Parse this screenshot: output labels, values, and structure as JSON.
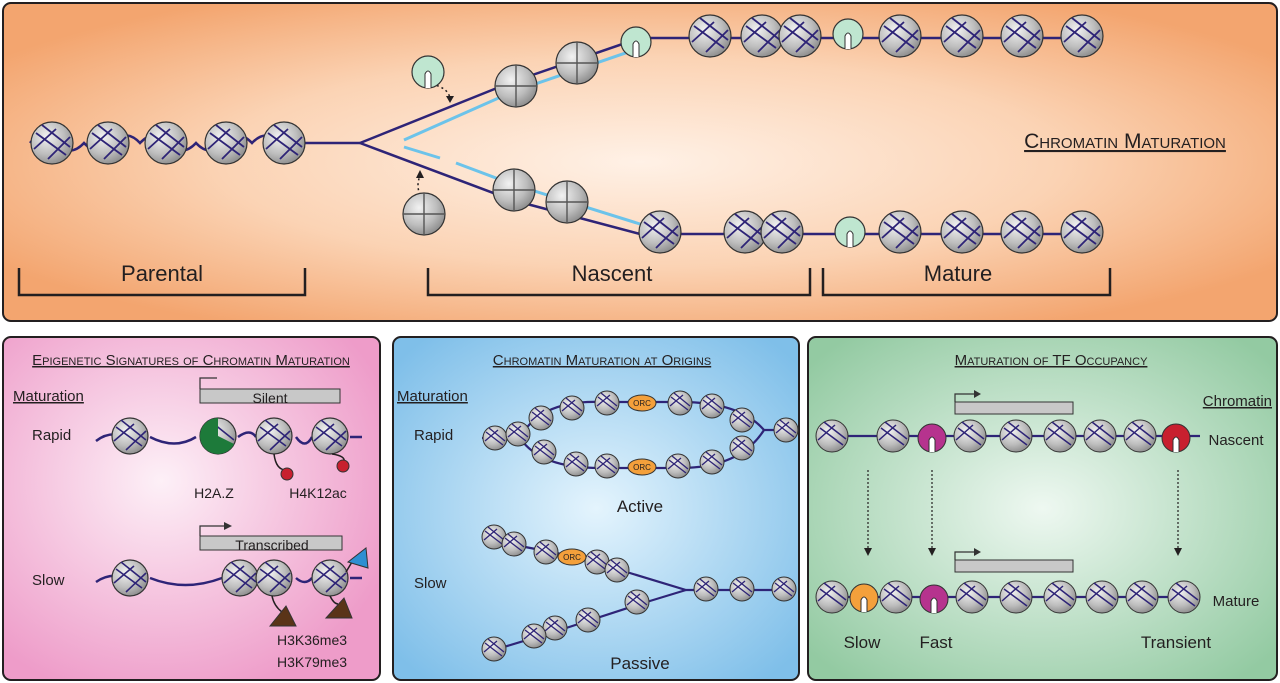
{
  "top": {
    "title": "Chromatin Maturation",
    "stages": [
      "Parental",
      "Nascent",
      "Mature"
    ]
  },
  "panels": [
    {
      "title": "Epigenetic Signatures of Chromatin Maturation",
      "side_label": "Maturation",
      "rows": [
        {
          "label": "Rapid",
          "gene": "Silent",
          "marks": [
            "H2A.Z",
            "H4K12ac"
          ]
        },
        {
          "label": "Slow",
          "gene": "Transcribed",
          "marks": [
            "H3K36me3",
            "H3K79me3"
          ]
        }
      ]
    },
    {
      "title": "Chromatin Maturation at Origins",
      "side_label": "Maturation",
      "rows": [
        {
          "label": "Rapid",
          "caption": "Active"
        },
        {
          "label": "Slow",
          "caption": "Passive"
        }
      ],
      "orc": "ORC"
    },
    {
      "title": "Maturation of TF Occupancy",
      "side_label": "Chromatin",
      "rows": [
        {
          "label": "Nascent"
        },
        {
          "label": "Mature"
        }
      ],
      "categories": [
        "Slow",
        "Fast",
        "Transient"
      ]
    }
  ],
  "colors": {
    "top_bg": "#f6b98c",
    "panel1_bg": "#f0a8cf",
    "panel2_bg": "#8fc9ee",
    "panel3_bg": "#9fd1ad",
    "dna": "#2e2477",
    "nascent_dna": "#6cc3ea",
    "nucleosome": "#c4c4c4",
    "chaperone": "#bfe6d0",
    "h2az": "#1d7a3a",
    "acetyl": "#c8202f",
    "methyl": "#5a3418",
    "ubiquitin": "#2d8fd2",
    "orc": "#f4a03b",
    "tf_fast": "#b6338e",
    "tf_transient": "#c8202f",
    "tf_slow": "#f4a03b"
  }
}
